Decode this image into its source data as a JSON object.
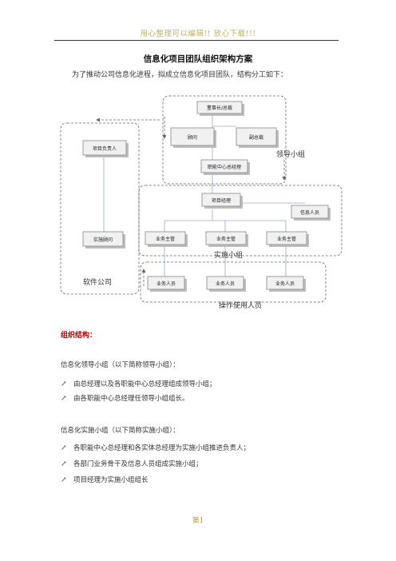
{
  "header": {
    "text": "用心整理可以编辑!! 放心下载!!!"
  },
  "document": {
    "title": "信息化项目团队组织架构方案",
    "intro": "为了推动公司信息化进程，拟成立信息化项目团队，结构分工如下："
  },
  "diagram": {
    "nodes": {
      "chairman": "董事长/总裁",
      "advisor": "顾问",
      "vice_president": "副总裁",
      "center_gm": "职能中心总经理",
      "project_manager": "项目经理",
      "info_staff": "信息人员",
      "biz_lead_1": "业务主管",
      "biz_lead_2": "业务主管",
      "biz_lead_3": "业务主管",
      "biz_staff_1": "业务人员",
      "biz_staff_2": "业务人员",
      "biz_staff_3": "业务人员",
      "sw_project_lead": "项目负责人",
      "sw_consultant": "实施顾问"
    },
    "groups": {
      "leadership": "领导小组",
      "implementation": "实施小组",
      "software_company": "软件公司",
      "operators": "操作使用人员"
    }
  },
  "sections": {
    "org_heading": "组织结构：",
    "leadership_desc": "信息化领导小组（以下简称领导小组）：",
    "leadership_items": [
      "由总经理以及各职能中心总经理组成领导小组；",
      "由各职能中心总经理任领导小组组长。"
    ],
    "implementation_desc": "信息化实施小组（以下简称实施小组）：",
    "implementation_items": [
      "各职能中心总经理和各实体总经理为实施小组推进负责人；",
      "各部门业务骨干及信息人员组成实施小组；",
      "项目经理为实施小组组长"
    ],
    "bullet_glyph": "↗"
  },
  "footer": {
    "page": "第1"
  }
}
